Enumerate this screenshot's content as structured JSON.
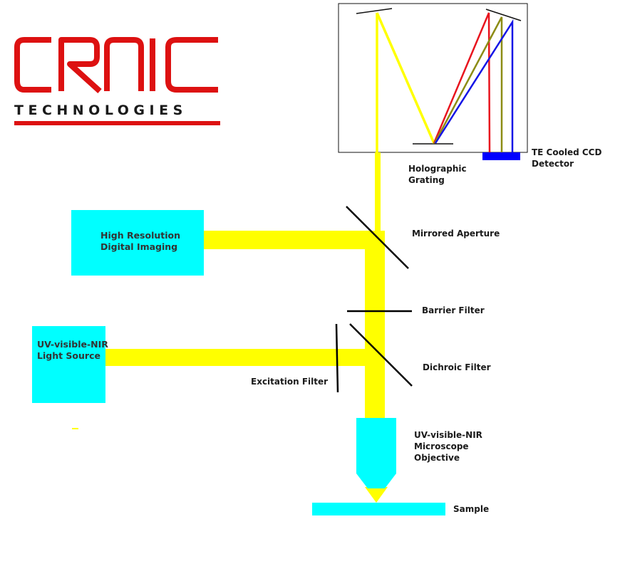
{
  "logo": {
    "brand_word": "CRAIC",
    "sub_word": "TECHNOLOGIES",
    "color": "#dd1111"
  },
  "colors": {
    "beam": "#ffff00",
    "component_box": "#00ffff",
    "red_ray": "#e8141e",
    "olive_ray": "#8c8c14",
    "blue_ray": "#1414e6",
    "detector": "#0000ff",
    "optic_line": "#000000"
  },
  "labels": {
    "holographic_grating": [
      "Holographic",
      "Grating"
    ],
    "ccd_detector": [
      "TE Cooled CCD",
      "Detector"
    ],
    "mirrored_aperture": "Mirrored Aperture",
    "imaging": [
      "High Resolution",
      "Digital Imaging"
    ],
    "barrier_filter": "Barrier Filter",
    "light_source": [
      "UV-visible-NIR",
      "Light Source"
    ],
    "dichroic_filter": "Dichroic Filter",
    "excitation_filter": "Excitation Filter",
    "objective": [
      "UV-visible-NIR",
      "Microscope",
      "Objective"
    ],
    "sample": "Sample"
  }
}
